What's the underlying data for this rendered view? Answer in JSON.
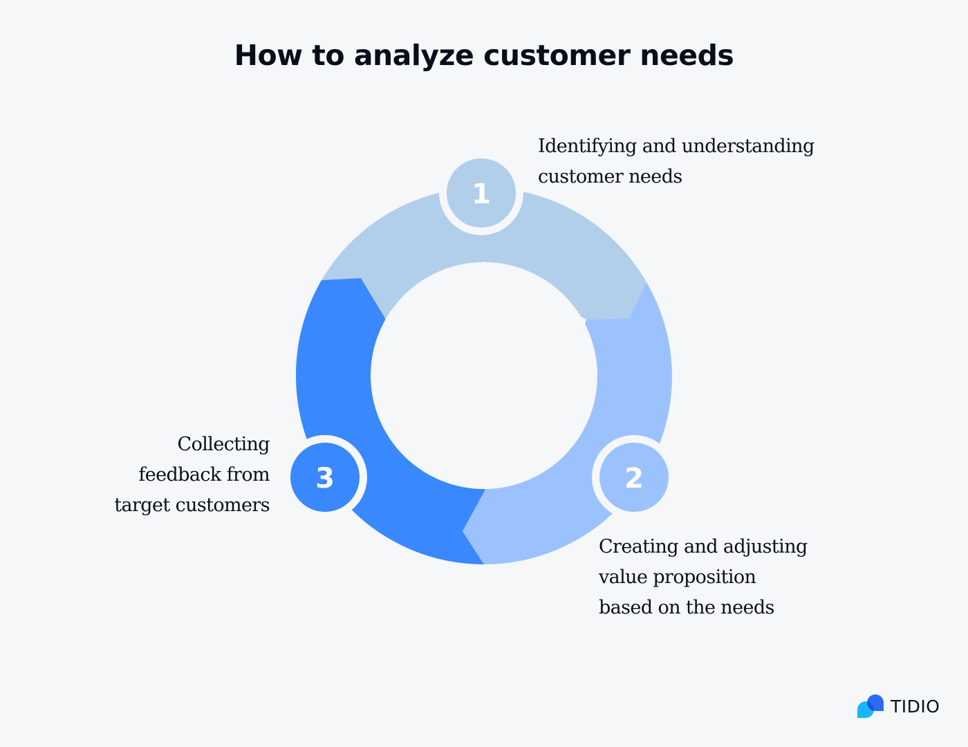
{
  "title": "How to analyze customer needs",
  "steps": [
    {
      "number": "1",
      "color": "#b1ceeb",
      "label_lines": [
        "Identifying and understanding",
        "customer needs"
      ]
    },
    {
      "number": "2",
      "color": "#9cc2fd",
      "label_lines": [
        "Creating and adjusting",
        "value proposition",
        "based on the needs"
      ]
    },
    {
      "number": "3",
      "color": "#3a88fe",
      "label_lines": [
        "Collecting",
        "feedback from",
        "target customers"
      ]
    }
  ],
  "colors": {
    "background": "#f5f7f9",
    "text": "#080f1a",
    "logo_blue_dark": "#2a6cf5",
    "logo_blue_light": "#18b5fb"
  },
  "brand": {
    "name": "TIDIO",
    "icon": "tidio-logo-icon"
  }
}
